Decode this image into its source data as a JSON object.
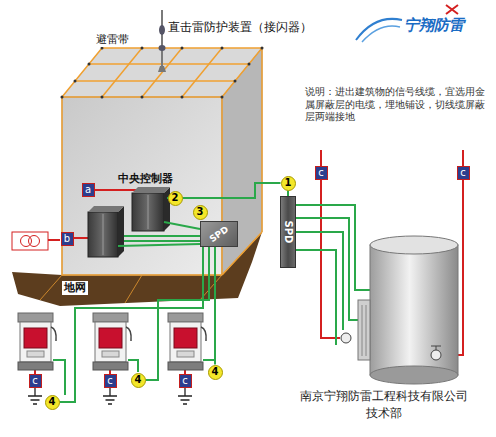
{
  "diagram": {
    "caption": "南京宁翔防雷工程科技有限公司 技术部",
    "nodes": [
      {
        "text": [
          "a"
        ]
      },
      {
        "text": [
          "2"
        ]
      },
      {
        "text": [
          "1"
        ]
      },
      {
        "text": [
          "c"
        ]
      },
      {
        "text": [
          "c"
        ]
      },
      {
        "text": [
          "3"
        ]
      },
      {
        "text": [
          "SPD"
        ]
      },
      {
        "text": [
          "b"
        ]
      },
      {
        "text": [
          "SPD"
        ]
      },
      {
        "text": [
          "c"
        ]
      },
      {
        "text": [
          "4"
        ]
      },
      {
        "text": [
          "c"
        ]
      },
      {
        "text": [
          "4"
        ]
      },
      {
        "text": [
          "c"
        ]
      },
      {
        "text": [
          "4"
        ]
      }
    ],
    "edges": [
      {
        "from": 1,
        "to": 2,
        "arrow": "none"
      },
      {
        "from": 2,
        "to": 8,
        "arrow": "none"
      },
      {
        "from": 6,
        "to": 12,
        "arrow": "none"
      },
      {
        "from": 6,
        "to": 10,
        "arrow": "none"
      },
      {
        "from": 6,
        "to": 14,
        "arrow": "none"
      }
    ],
    "labels": [
      "直击雷防护装置（接闪器）",
      "宁翔防雷",
      "避雷带",
      "说明：进出建筑物的信号线缆，宜选用金属屏蔽层的电缆，埋地铺设，切线缆屏蔽层两端接地",
      "中央控制器",
      "地网"
    ]
  }
}
